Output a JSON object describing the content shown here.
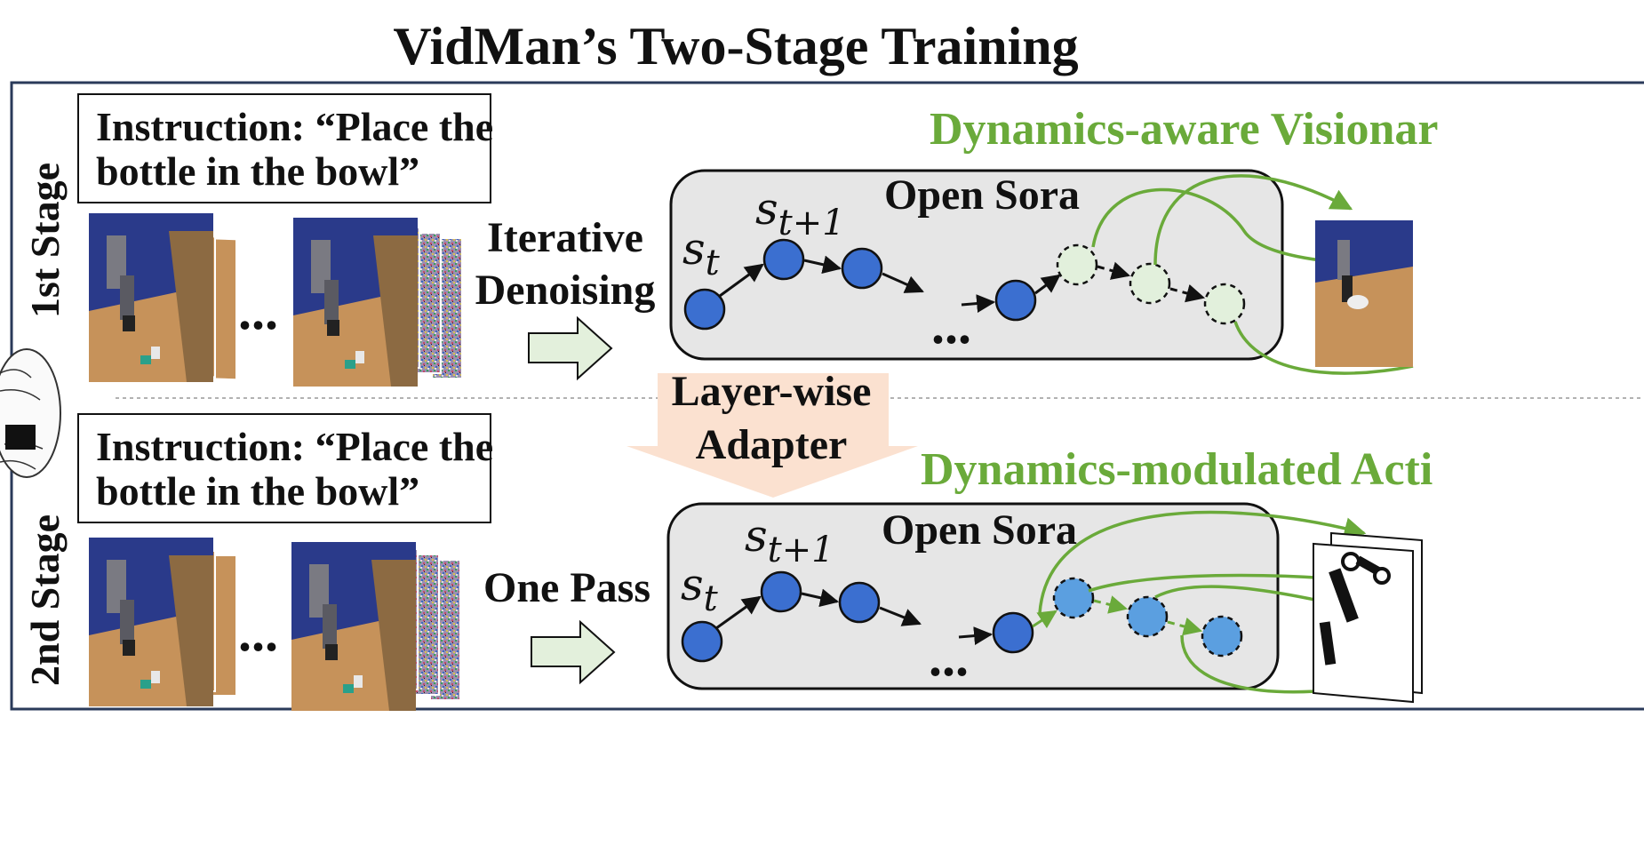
{
  "title": "VidMan’s Two-Stage Training",
  "stage1": {
    "stage_label": "1st Stage",
    "instruction_line1": "Instruction: “Place the",
    "instruction_line2": "bottle in the bowl”",
    "process_line1": "Iterative",
    "process_line2": "Denoising",
    "ellipsis_frames": "...",
    "ellipsis_nodes": "...",
    "model_name": "Open Sora",
    "output_title": "Dynamics-aware Visionar",
    "state_t": "s",
    "state_t_sub": "t",
    "state_t1": "s",
    "state_t1_sub": "t+1"
  },
  "adapter": {
    "line1": "Layer-wise",
    "line2": "Adapter"
  },
  "stage2": {
    "stage_label": "2nd Stage",
    "instruction_line1": "Instruction: “Place the",
    "instruction_line2": "bottle in the bowl”",
    "process_label": "One Pass",
    "ellipsis_frames": "...",
    "ellipsis_nodes": "...",
    "model_name": "Open Sora",
    "output_title": "Dynamics-modulated Acti",
    "state_t": "s",
    "state_t_sub": "t",
    "state_t1": "s",
    "state_t1_sub": "t+1"
  },
  "colors": {
    "node_solid": "#3b6fd0",
    "node_light": "#e2f0dc",
    "node_mid": "#5b9fe0",
    "green": "#6aaa3a",
    "sora_box": "#e6e6e6",
    "adapter_fill": "#fbe1d0",
    "arrow_fill": "#e3f0dc",
    "frame_blue": "#2a3a8a",
    "frame_table": "#c6925a"
  }
}
